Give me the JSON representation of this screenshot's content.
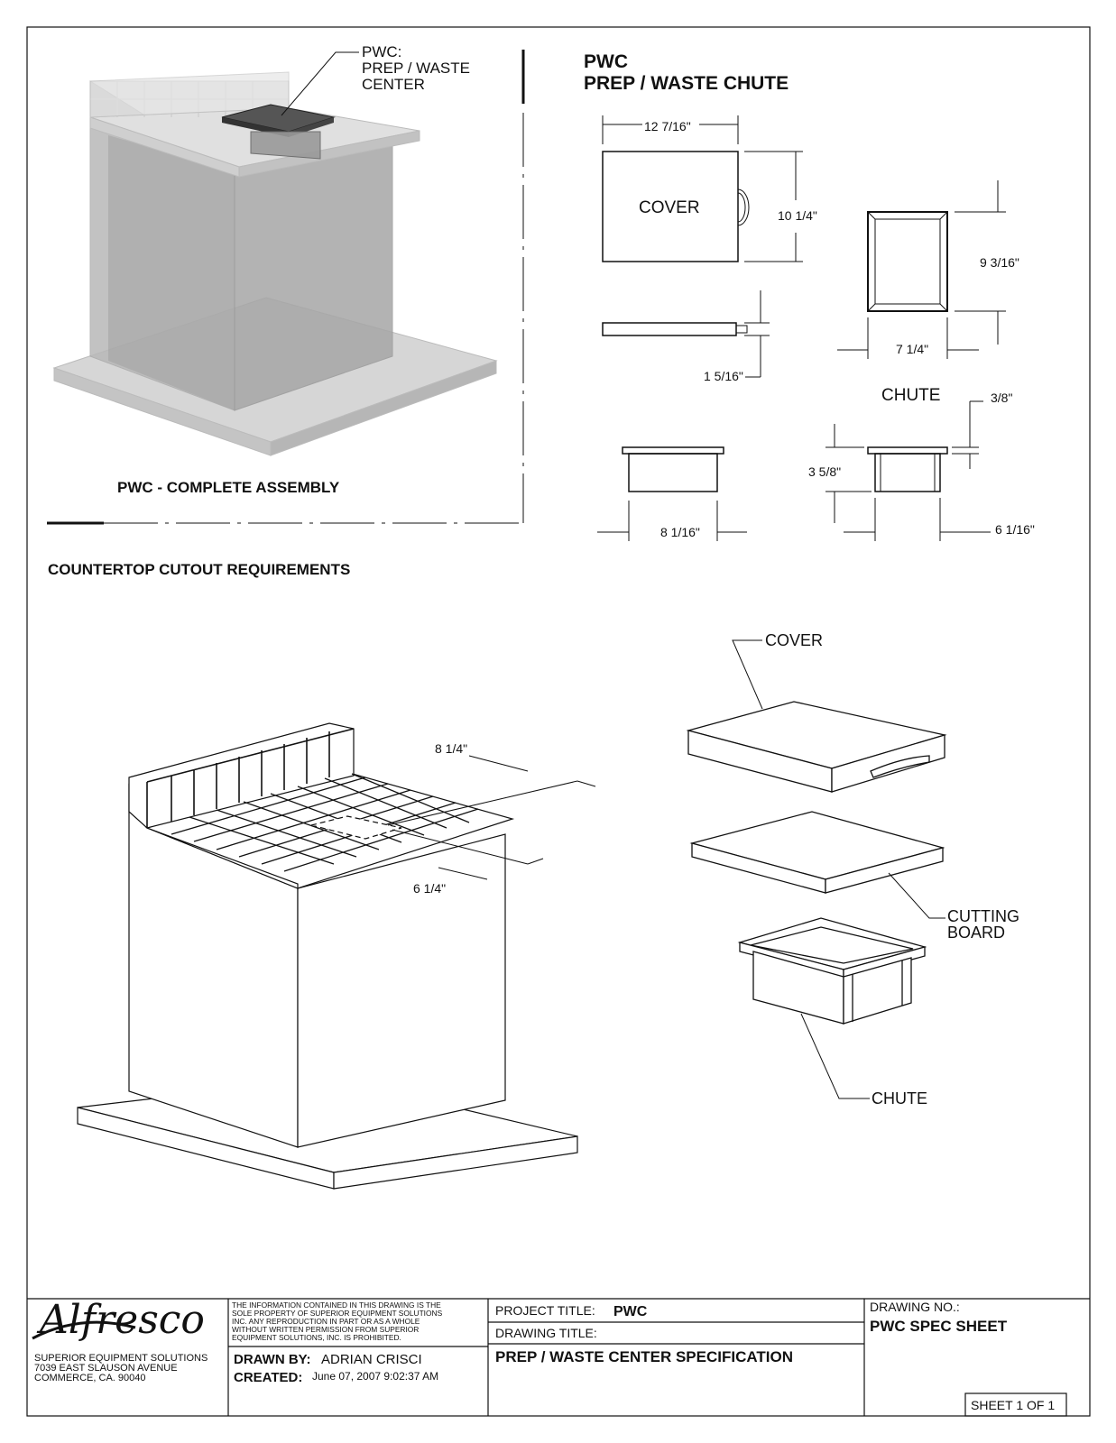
{
  "top_left": {
    "callout": [
      "PWC:",
      "PREP / WASTE",
      "CENTER"
    ],
    "caption": "PWC - COMPLETE ASSEMBLY"
  },
  "top_right": {
    "title_line1": "PWC",
    "title_line2": "PREP / WASTE CHUTE",
    "cover_label": "COVER",
    "chute_label": "CHUTE",
    "dim_cover_width": "12 7/16\"",
    "dim_cover_height": "10 1/4\"",
    "dim_cover_thickness": "1 5/16\"",
    "dim_chute_height": "9 3/16\"",
    "dim_chute_width": "7 1/4\"",
    "dim_chute_lip": "3/8\"",
    "dim_chute_depth": "3 5/8\"",
    "dim_chute_side_width": "6 1/16\"",
    "dim_side_view_width": "8 1/16\""
  },
  "cutout": {
    "heading": "COUNTERTOP CUTOUT REQUIREMENTS",
    "dim_top": "8 1/4\"",
    "dim_bottom": "6 1/4\""
  },
  "exploded": {
    "cover_label": "COVER",
    "cutting_board_label": [
      "CUTTING",
      "BOARD"
    ],
    "chute_label": "CHUTE"
  },
  "title_block": {
    "company_lines": [
      "SUPERIOR EQUIPMENT SOLUTIONS",
      "7039 EAST SLAUSON AVENUE",
      "COMMERCE, CA. 90040"
    ],
    "logo": "Alfresco",
    "notice_lines": [
      "THE INFORMATION CONTAINED IN THIS DRAWING IS THE",
      "SOLE PROPERTY OF SUPERIOR EQUIPMENT SOLUTIONS",
      "INC. ANY REPRODUCTION IN PART OR AS A WHOLE",
      "WITHOUT WRITTEN PERMISSION FROM SUPERIOR",
      "EQUIPMENT SOLUTIONS, INC. IS PROHIBITED."
    ],
    "drawn_by_label": "DRAWN BY:",
    "drawn_by": "ADRIAN CRISCI",
    "created_label": "CREATED:",
    "created": "June 07, 2007 9:02:37 AM",
    "project_title_label": "PROJECT TITLE:",
    "project_title": "PWC",
    "drawing_title_label": "DRAWING TITLE:",
    "drawing_title": "PREP / WASTE CENTER SPECIFICATION",
    "drawing_no_label": "DRAWING NO.:",
    "drawing_no": "PWC SPEC SHEET",
    "sheet": "SHEET 1 OF 1"
  }
}
